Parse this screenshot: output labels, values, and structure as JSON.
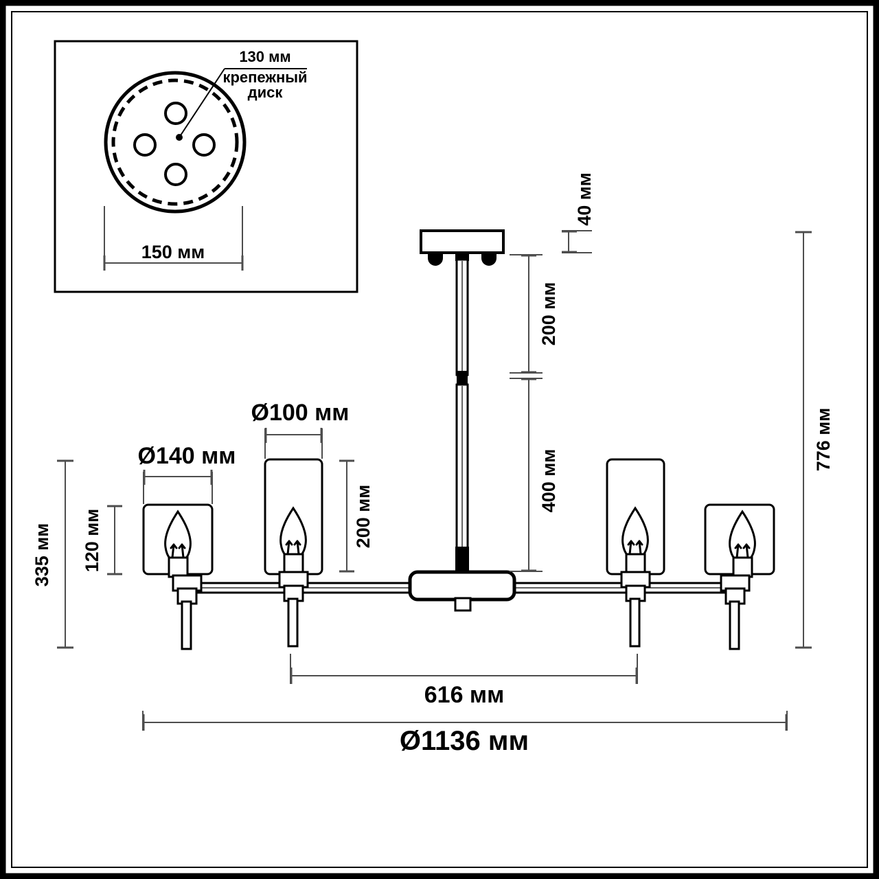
{
  "drawing": {
    "title": "Chandelier dimensional drawing",
    "units_suffix": "мм",
    "line_color": "#000000",
    "dimension_line_color": "#4d4d4d",
    "background": "#ffffff",
    "border_color": "#000000"
  },
  "inset": {
    "name": "mounting-disk-detail",
    "callout_dimension": "130 мм",
    "callout_label_line1": "крепежный",
    "callout_label_line2": "диск",
    "width_dimension": "150 мм",
    "hole_count": 4
  },
  "dimensions": {
    "canopy_height": "40 мм",
    "upper_rod": "200 мм",
    "lower_rod": "400 мм",
    "total_height": "776 мм",
    "shade_tall_diameter": "Ø100 мм",
    "shade_tall_height": "200 мм",
    "shade_wide_diameter": "Ø140 мм",
    "shade_wide_height": "120 мм",
    "arm_drop_height": "335 мм",
    "inner_span": "616 мм",
    "overall_diameter": "Ø1136 мм"
  },
  "fixture": {
    "arm_count": 4,
    "bulb_type": "candle",
    "shades": [
      {
        "position": "outer-left",
        "diameter": "Ø140 мм",
        "height": "120 мм"
      },
      {
        "position": "inner-left",
        "diameter": "Ø100 мм",
        "height": "200 мм"
      },
      {
        "position": "inner-right",
        "diameter": "Ø100 мм",
        "height": "200 мм"
      },
      {
        "position": "outer-right",
        "diameter": "Ø140 мм",
        "height": "120 мм"
      }
    ]
  }
}
